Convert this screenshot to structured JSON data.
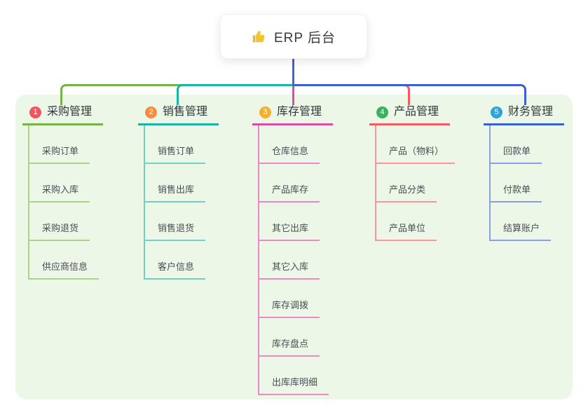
{
  "root": {
    "icon": "thumbs-up-icon",
    "title": "ERP 后台",
    "drop_line_color": "#4a5fd0"
  },
  "canvas": {
    "background": "#ffffff",
    "panel_background": "#ecf7e8"
  },
  "branches": [
    {
      "num": "1",
      "title": "采购管理",
      "badge_color": "#f4535f",
      "color": "#74b446",
      "color_light": "#aad489",
      "children": [
        "采购订单",
        "采购入库",
        "采购退货",
        "供应商信息"
      ]
    },
    {
      "num": "2",
      "title": "销售管理",
      "badge_color": "#f98b3f",
      "color": "#1cb4a5",
      "color_light": "#72cfc4",
      "children": [
        "销售订单",
        "销售出库",
        "销售退货",
        "客户信息"
      ]
    },
    {
      "num": "3",
      "title": "库存管理",
      "badge_color": "#f8b02c",
      "color": "#da4da5",
      "color_light": "#ec89c4",
      "children": [
        "仓库信息",
        "产品库存",
        "其它出库",
        "其它入库",
        "库存调拨",
        "库存盘点",
        "出库库明细"
      ]
    },
    {
      "num": "4",
      "title": "产品管理",
      "badge_color": "#37b45b",
      "color": "#f55a62",
      "color_light": "#f9979c",
      "children": [
        "产品（物料）",
        "产品分类",
        "产品单位"
      ]
    },
    {
      "num": "5",
      "title": "财务管理",
      "badge_color": "#2ba4de",
      "color": "#3b5fd1",
      "color_light": "#8aa0e6",
      "children": [
        "回款单",
        "付款单",
        "结算账户"
      ]
    }
  ]
}
